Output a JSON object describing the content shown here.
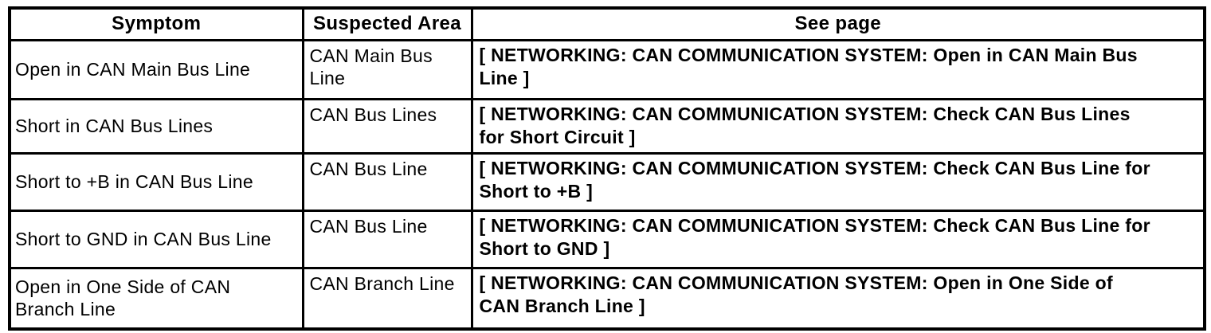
{
  "table": {
    "headers": {
      "symptom": "Symptom",
      "suspected_area": "Suspected Area",
      "see_page": "See page"
    },
    "rows": [
      {
        "symptom": "Open in CAN Main Bus Line",
        "suspected_area": "CAN Main Bus\nLine",
        "see_page": "[ NETWORKING: CAN COMMUNICATION SYSTEM: Open in CAN Main Bus\nLine ]"
      },
      {
        "symptom": "Short in CAN Bus Lines",
        "suspected_area": "CAN Bus Lines",
        "see_page": "[ NETWORKING: CAN COMMUNICATION SYSTEM: Check CAN Bus Lines\nfor Short Circuit ]"
      },
      {
        "symptom": "Short to +B in CAN Bus Line",
        "suspected_area": "CAN Bus Line",
        "see_page": "[ NETWORKING: CAN COMMUNICATION SYSTEM: Check CAN Bus Line for\nShort to +B ]"
      },
      {
        "symptom": "Short to GND in CAN Bus Line",
        "suspected_area": "CAN Bus Line",
        "see_page": "[ NETWORKING: CAN COMMUNICATION SYSTEM: Check CAN Bus Line for\nShort to GND ]"
      },
      {
        "symptom": "Open in One Side of CAN\nBranch Line",
        "suspected_area": "CAN Branch Line",
        "see_page": "[ NETWORKING: CAN COMMUNICATION SYSTEM: Open in One Side of\nCAN Branch Line ]"
      }
    ],
    "colors": {
      "border": "#000000",
      "text": "#000000",
      "background": "#ffffff"
    }
  }
}
